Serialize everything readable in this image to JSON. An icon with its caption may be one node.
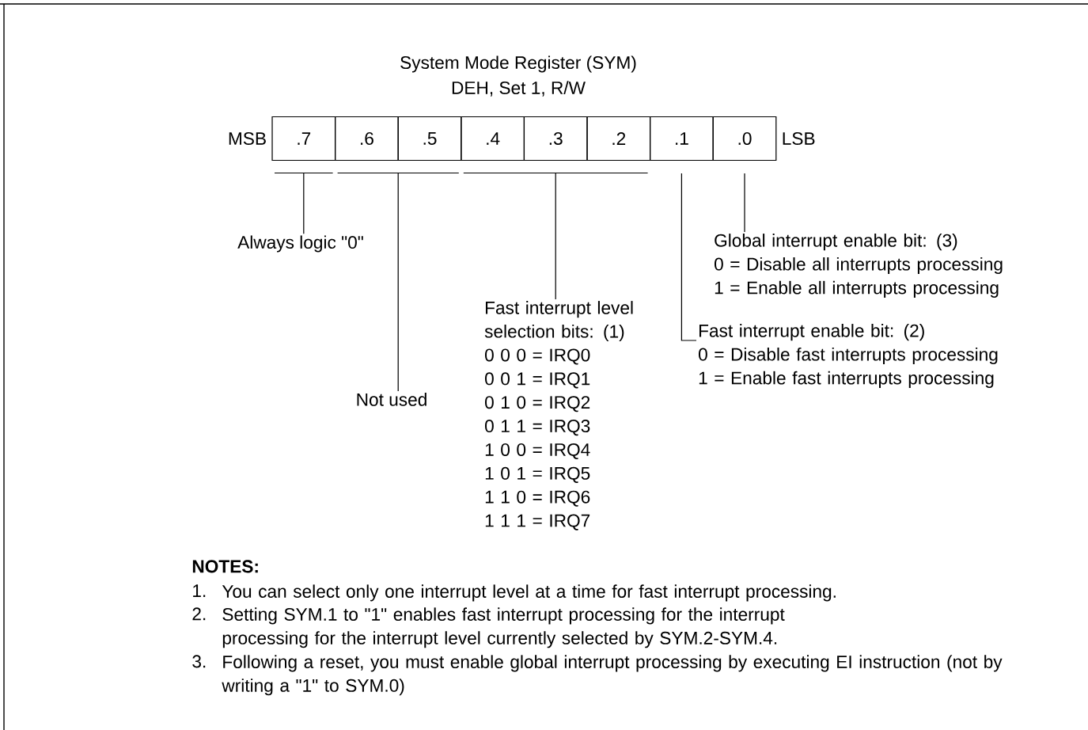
{
  "diagram": {
    "title": "System Mode Register (SYM)",
    "nodes": [
      {
        "text": [
          ".7"
        ],
        "beside": [
          "MSB"
        ]
      },
      {
        "text": [
          ".6"
        ]
      },
      {
        "text": [
          ".5"
        ]
      },
      {
        "text": [
          ".4"
        ]
      },
      {
        "text": [
          ".3"
        ]
      },
      {
        "text": [
          ".2"
        ]
      },
      {
        "text": [
          ".1"
        ]
      },
      {
        "text": [
          ".0"
        ],
        "beside": [
          "LSB"
        ]
      },
      {
        "text": [
          "Always logic \"0\""
        ]
      },
      {
        "text": [
          "Not used"
        ]
      },
      {
        "text": [
          "Fast interrupt level selection bits: (1)",
          "0 0 0 = IRQ0",
          "0 0 1 = IRQ1",
          "0 1 0 = IRQ2",
          "0 1 1 = IRQ3",
          "1 0 0 = IRQ4",
          "1 0 1 = IRQ5",
          "1 1 0 = IRQ6",
          "1 1 1 = IRQ7"
        ]
      },
      {
        "text": [
          "Fast interrupt enable bit: (2)",
          "0 = Disable fast interrupts processing",
          "1 = Enable fast interrupts processing"
        ]
      },
      {
        "text": [
          "Global interrupt enable bit: (3)",
          "0 = Disable all interrupts processing",
          "1 = Enable all interrupts processing"
        ]
      },
      {
        "text": [],
        "shape": "bar"
      },
      {
        "text": [],
        "shape": "bar"
      },
      {
        "text": [],
        "shape": "bar"
      }
    ],
    "edges": [
      {
        "from": 8,
        "to": 13,
        "arrow": "none"
      },
      {
        "from": 9,
        "to": 14,
        "arrow": "none"
      },
      {
        "from": 10,
        "to": 15,
        "arrow": "none"
      },
      {
        "from": 11,
        "to": 6,
        "arrow": "none"
      },
      {
        "from": 12,
        "to": 7,
        "arrow": "none"
      }
    ],
    "labels": [
      "DEH, Set 1, R/W",
      "NOTES:",
      "1.",
      "You can select only one interrupt level at a time for fast interrupt processing.",
      "2.",
      "Setting SYM.1 to \"1\" enables fast interrupt processing for the interrupt processing for the interrupt level currently selected by SYM.2-SYM.4.",
      "3.",
      "Following a reset, you must enable global interrupt processing by executing EI instruction (not by writing a \"1\" to SYM.0)"
    ]
  }
}
